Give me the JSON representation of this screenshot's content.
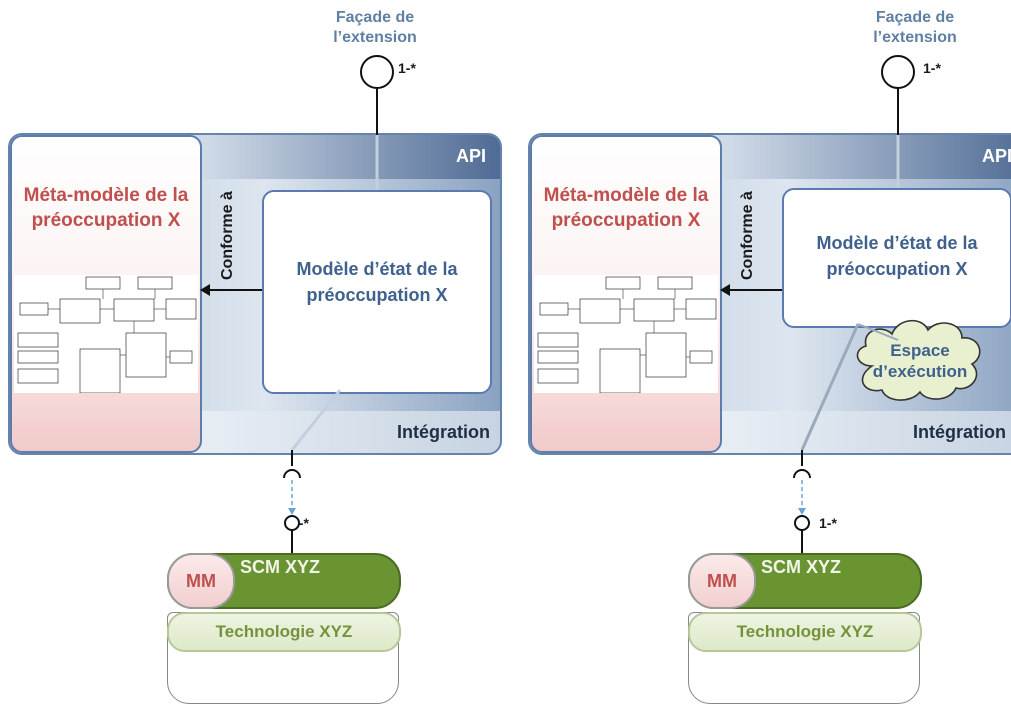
{
  "panels": [
    {
      "facade": "Façade de l’extension",
      "api": "API",
      "integration": "Intégration",
      "meta_title": "Méta-modèle de la préoccupation X",
      "conforme": "Conforme à",
      "state_model": "Modèle d’état de la préoccupation X",
      "mult_top": "1-*",
      "mult_bottom": "1-*",
      "mm": "MM",
      "scm": "SCM XYZ",
      "technology": "Technologie XYZ"
    },
    {
      "facade": "Façade de l’extension",
      "api": "API",
      "integration": "Intégration",
      "meta_title": "Méta-modèle de la préoccupation X",
      "conforme": "Conforme à",
      "state_model": "Modèle d’état de la préoccupation X",
      "runtime": "Espace d’exécution",
      "mult_top": "1-*",
      "mult_bottom": "1-*",
      "mm": "MM",
      "scm": "SCM XYZ",
      "technology": "Technologie XYZ"
    }
  ],
  "colors": {
    "meta_title": "#c0504d",
    "state_text": "#3e628d",
    "facade_text": "#5f7fa4",
    "scm_green": "#6a9432",
    "technology_text": "#76923c",
    "cloud_fill": "#e8f0cf"
  }
}
